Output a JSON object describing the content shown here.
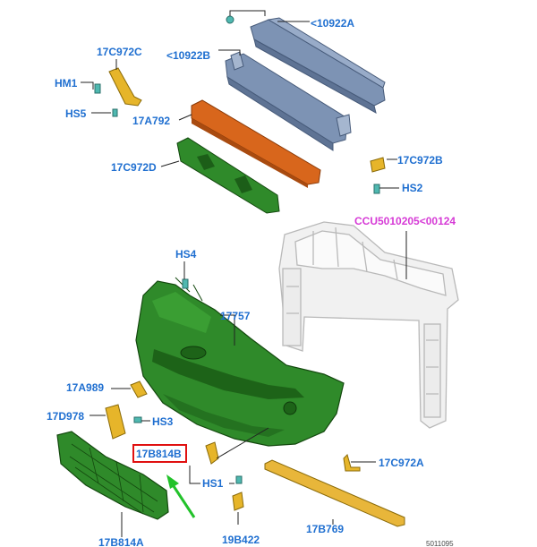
{
  "diagram": {
    "callouts": {
      "c10922A": "<10922A",
      "c10922B": "<10922B",
      "c17C972C": "17C972C",
      "cHM1": "HM1",
      "cHS5": "HS5",
      "c17A792": "17A792",
      "c17C972D": "17C972D",
      "c17C972B": "17C972B",
      "cHS2": "HS2",
      "cCCU": "CCU5010205<00124",
      "cHS4": "HS4",
      "c17757": "17757",
      "c17A989": "17A989",
      "c17D978": "17D978",
      "cHS3": "HS3",
      "c17B814B": "17B814B",
      "cHS1": "HS1",
      "c17C972A": "17C972A",
      "c17B769": "17B769",
      "c19B422": "19B422",
      "c17B814A": "17B814A"
    },
    "reference_number": "5011095",
    "colors": {
      "label_blue": "#1f6fd0",
      "label_magenta": "#d63ad6",
      "highlight_box": "#e01010",
      "pointer_arrow": "#22c22a",
      "bumper_green": "#2f8a2a",
      "reinforcement_orange": "#d8661c",
      "beam_blue_gray": "#6f86a8",
      "yellow_part": "#e6b52a",
      "radiator_support_outline": "#b9b9b9"
    }
  }
}
